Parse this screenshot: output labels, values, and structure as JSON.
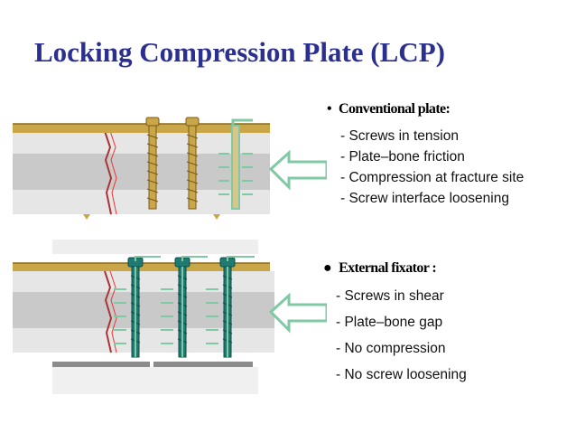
{
  "title": "Locking Compression Plate (LCP)",
  "conventional": {
    "bullet": "•",
    "heading": "Conventional plate:",
    "items": [
      "- Screws in tension",
      "- Plate–bone friction",
      "- Compression at fracture site",
      "- Screw interface loosening"
    ]
  },
  "external": {
    "bullet": "●",
    "heading": "External fixator :",
    "items": [
      "- Screws in shear",
      "- Plate–bone gap",
      "- No compression",
      "- No screw loosening"
    ]
  },
  "colors": {
    "title": "#2b2f8f",
    "bone": "#d3d3d3",
    "arrow": "#7fc9a5",
    "screw_gold": "#c9a648",
    "screw_teal": "#1f7a72"
  }
}
